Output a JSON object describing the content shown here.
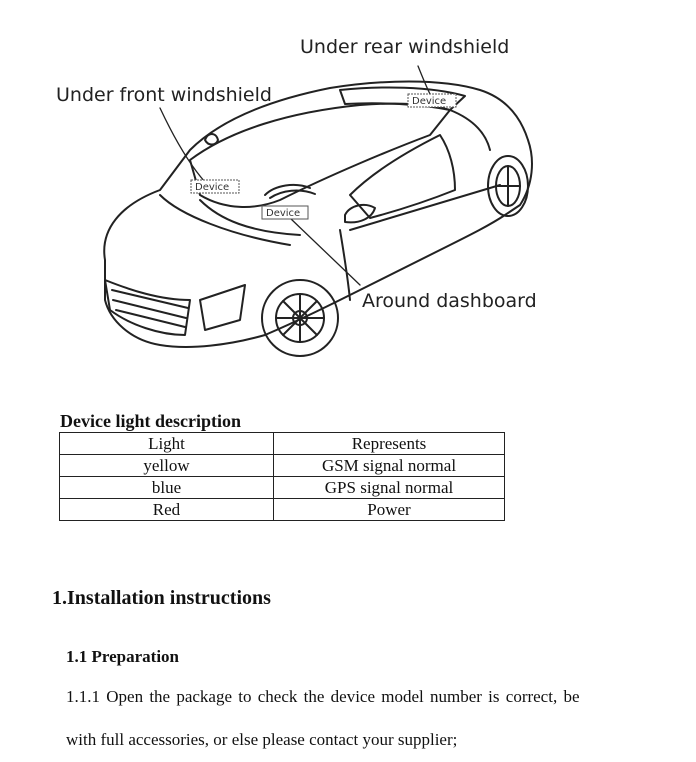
{
  "diagram": {
    "labels": {
      "rear": "Under rear windshield",
      "front": "Under front windshield",
      "dashboard": "Around dashboard"
    },
    "device_tags": [
      "Device",
      "Device",
      "Device"
    ]
  },
  "table": {
    "caption": "Device light description",
    "headers": [
      "Light",
      "Represents"
    ],
    "rows": [
      [
        "yellow",
        "GSM signal normal"
      ],
      [
        "blue",
        "GPS signal normal"
      ],
      [
        "Red",
        "Power"
      ]
    ]
  },
  "section": {
    "heading": "1.Installation instructions",
    "subheading": "1.1 Preparation",
    "paragraph_lines": [
      "1.1.1 Open the package to check the device model number is correct, be",
      "with full accessories, or else please contact your supplier;"
    ]
  }
}
